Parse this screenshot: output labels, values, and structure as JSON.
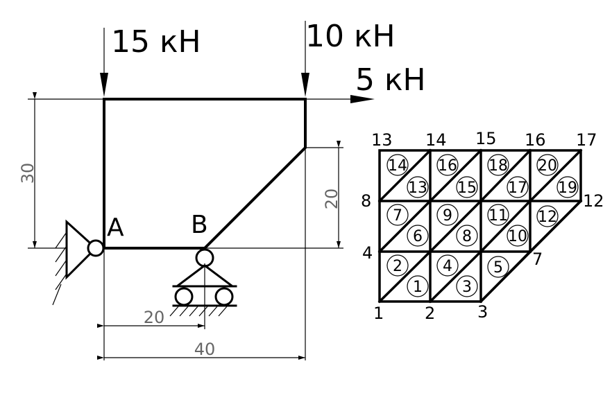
{
  "loads": {
    "left": "15 кН",
    "right": "10 кН",
    "horizontal": "5 кН"
  },
  "supports": {
    "a": "A",
    "b": "B"
  },
  "dimensions": {
    "height_total": "30",
    "height_right": "20",
    "width_ab": "20",
    "width_total": "40"
  },
  "mesh": {
    "nodes": [
      "1",
      "2",
      "3",
      "4",
      "7",
      "8",
      "12",
      "13",
      "14",
      "15",
      "16",
      "17"
    ],
    "elements": [
      "1",
      "2",
      "3",
      "4",
      "5",
      "6",
      "7",
      "8",
      "9",
      "10",
      "11",
      "12",
      "13",
      "14",
      "15",
      "16",
      "17",
      "18",
      "19",
      "20"
    ]
  }
}
